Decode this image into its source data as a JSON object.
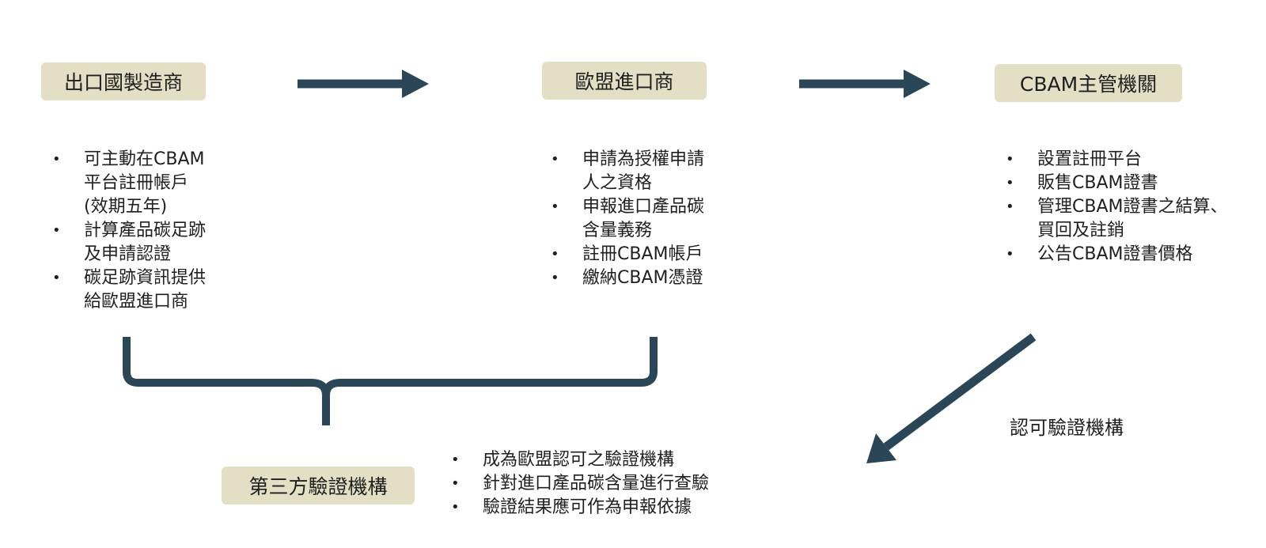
{
  "colors": {
    "box_fill": "#e3dfc5",
    "arrow": "#2b4757",
    "text": "#1f1f1f"
  },
  "nodes": {
    "exporter": {
      "title": "出口國製造商",
      "items": [
        "可主動在CBAM\n平台註冊帳戶\n(效期五年)",
        "計算產品碳足跡\n及申請認證",
        "碳足跡資訊提供\n給歐盟進口商"
      ]
    },
    "importer": {
      "title": "歐盟進口商",
      "items": [
        "申請為授權申請\n人之資格",
        "申報進口產品碳\n含量義務",
        "註冊CBAM帳戶",
        "繳納CBAM憑證"
      ]
    },
    "authority": {
      "title": "CBAM主管機關",
      "items": [
        "設置註冊平台",
        "販售CBAM證書",
        "管理CBAM證書之結算、\n買回及註銷",
        "公告CBAM證書價格"
      ]
    },
    "verifier": {
      "title": "第三方驗證機構",
      "items": [
        "成為歐盟認可之驗證機構",
        "針對進口產品碳含量進行查驗",
        "驗證結果應可作為申報依據"
      ]
    }
  },
  "edges": {
    "authority_to_verifier_label": "認可驗證機構"
  }
}
